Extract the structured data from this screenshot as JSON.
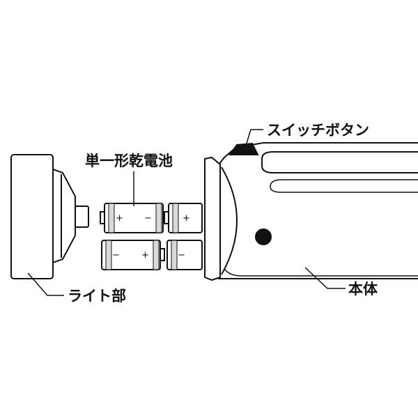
{
  "labels": {
    "switch_button": "スイッチボタン",
    "battery": "単一形乾電池",
    "light_part": "ライト部",
    "body": "本体"
  },
  "battery_signs": {
    "plus": "+",
    "minus": "−"
  },
  "colors": {
    "line": "#111111",
    "fill": "#ffffff",
    "battery_band": "#d9d9d9"
  }
}
